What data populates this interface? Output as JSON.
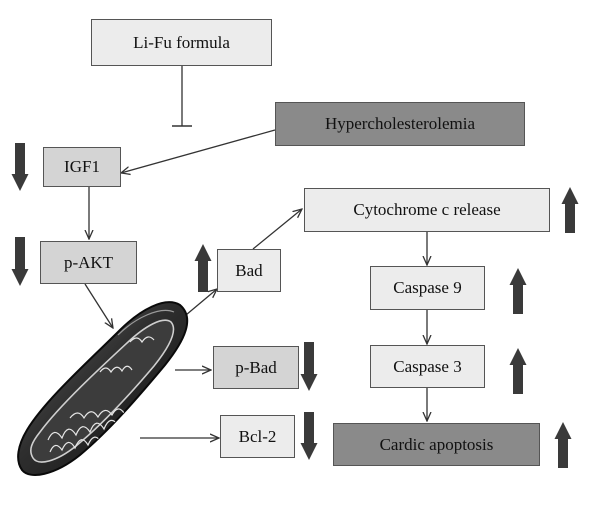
{
  "diagram": {
    "nodes": {
      "li_fu": "Li-Fu formula",
      "hypercholesterolemia": "Hypercholesterolemia",
      "igf1": "IGF1",
      "p_akt": "p-AKT",
      "bad": "Bad",
      "cytochrome_c": "Cytochrome c release",
      "caspase9": "Caspase 9",
      "caspase3": "Caspase 3",
      "p_bad": "p-Bad",
      "bcl2": "Bcl-2",
      "cardic_apoptosis": "Cardic apoptosis"
    },
    "trend": {
      "igf1": "down",
      "p_akt": "down",
      "bad": "up",
      "cytochrome_c": "up",
      "caspase9": "up",
      "caspase3": "up",
      "p_bad": "down",
      "bcl2": "down",
      "cardic_apoptosis": "up"
    },
    "edges": [
      {
        "from": "li_fu",
        "to": "hypercholesterolemia",
        "type": "inhibition"
      },
      {
        "from": "hypercholesterolemia",
        "to": "igf1",
        "type": "activation"
      },
      {
        "from": "igf1",
        "to": "p_akt",
        "type": "activation"
      },
      {
        "from": "p_akt",
        "to": "mitochondrion",
        "type": "activation"
      },
      {
        "from": "mitochondrion",
        "to": "bad",
        "type": "activation"
      },
      {
        "from": "mitochondrion",
        "to": "p_bad",
        "type": "activation"
      },
      {
        "from": "mitochondrion",
        "to": "bcl2",
        "type": "activation"
      },
      {
        "from": "bad",
        "to": "cytochrome_c",
        "type": "activation"
      },
      {
        "from": "cytochrome_c",
        "to": "caspase9",
        "type": "activation"
      },
      {
        "from": "caspase9",
        "to": "caspase3",
        "type": "activation"
      },
      {
        "from": "caspase3",
        "to": "cardic_apoptosis",
        "type": "activation"
      }
    ],
    "image": "mitochondrion-illustration",
    "colors": {
      "light_box": "#ececec",
      "medium_box": "#d4d4d4",
      "dark_box": "#8a8a8a",
      "trend_arrow": "#3a3a3a",
      "line": "#333333"
    }
  }
}
